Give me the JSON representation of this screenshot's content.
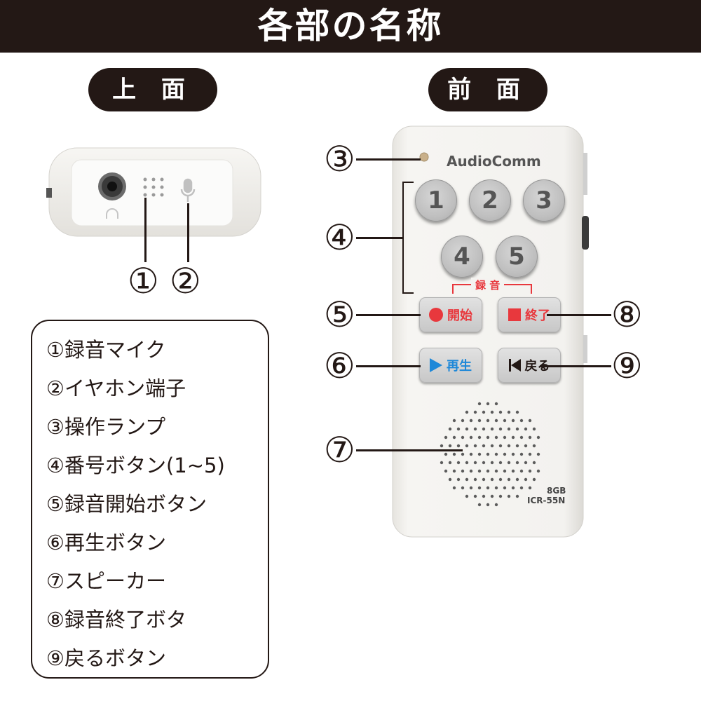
{
  "header": {
    "title": "各部の名称"
  },
  "sections": {
    "top_label": "上 面",
    "front_label": "前 面"
  },
  "callouts": {
    "c1": "①",
    "c2": "②",
    "c3": "③",
    "c4": "④",
    "c5": "⑤",
    "c6": "⑥",
    "c7": "⑦",
    "c8": "⑧",
    "c9": "⑨"
  },
  "legend": {
    "items": [
      "①録音マイク",
      "②イヤホン端子",
      "③操作ランプ",
      "④番号ボタン(1~5)",
      "⑤録音開始ボタン",
      "⑥再生ボタン",
      "⑦スピーカー",
      "⑧録音終了ボタ",
      "⑨戻るボタン"
    ]
  },
  "device": {
    "brand": "AudioComm",
    "number_buttons": [
      "1",
      "2",
      "3",
      "4",
      "5"
    ],
    "record_bracket_label": "録 音",
    "start_label": "開始",
    "stop_label": "終了",
    "play_label": "再生",
    "back_label": "戻る",
    "capacity": "8GB",
    "model": "ICR-55N"
  },
  "colors": {
    "dark": "#231815",
    "record_red": "#e8383d",
    "play_blue": "#1e88d8"
  }
}
